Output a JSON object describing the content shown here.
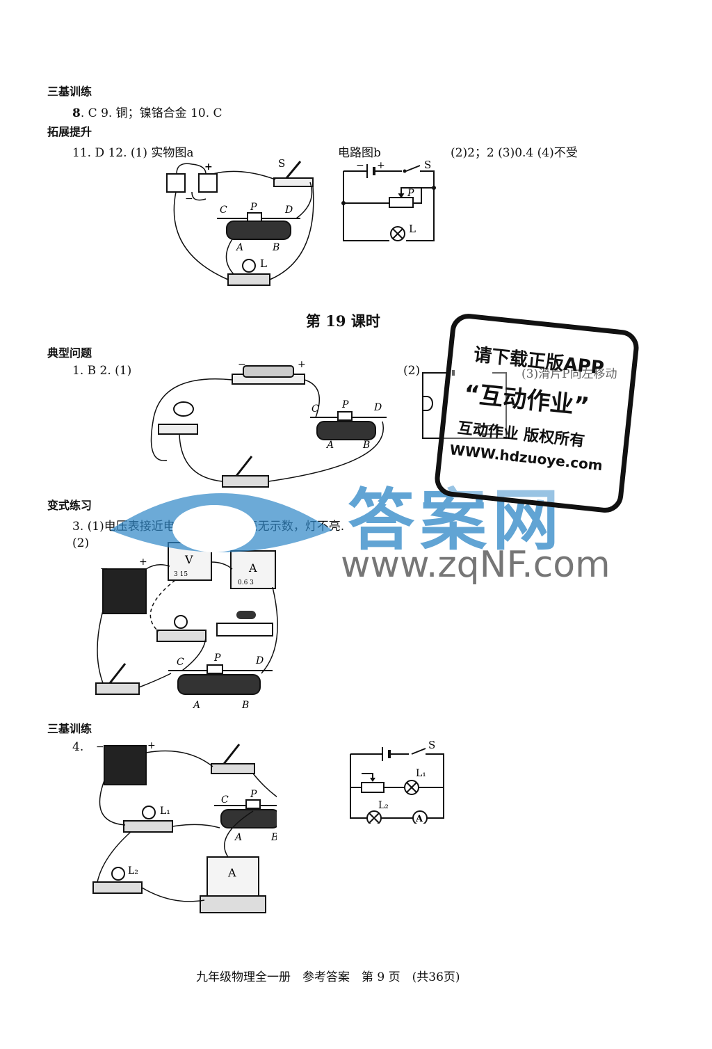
{
  "sections": {
    "s1": "三基训练",
    "s2": "拓展提升",
    "s3": "典型问题",
    "s4": "变式练习",
    "s5": "三基训练"
  },
  "lines": {
    "l1_num8": "8",
    "l1_rest": ". C 9. 铜；镍铬合金 10. C",
    "l2_a": "11. D 12. (1) 实物图a",
    "l2_b": "电路图b",
    "l2_c": "(2)2；2 (3)0.4 (4)不受",
    "lesson_title": "第 19 课时",
    "l3": "1. B 2. (1)",
    "l3_b": "(2)",
    "l3_c": "(3)滑片P向左移动",
    "l4": "3. (1)电压表接近电源电压，电流表无示数，灯不亮.",
    "l4_b": "(2)",
    "l5": "4."
  },
  "labels": {
    "S": "S",
    "C": "C",
    "P": "P",
    "D": "D",
    "A": "A",
    "B": "B",
    "L": "L",
    "minus": "−",
    "plus": "+",
    "V": "V",
    "amm": "A",
    "L1": "L₁",
    "L2": "L₂",
    "ammA": "A",
    "v_ticks": "3 15",
    "a_ticks": "0.6 3"
  },
  "watermark": {
    "stamp_line1": "请下载正版APP",
    "stamp_line2": "“互动作业”",
    "stamp_line3": "互动作业 版权所有",
    "stamp_line4": "WWW.hdzuoye.com",
    "big_text": "答案网",
    "url_text": "www.zqNF.com"
  },
  "footer": "九年级物理全一册　参考答案　第 9 页　(共36页)"
}
